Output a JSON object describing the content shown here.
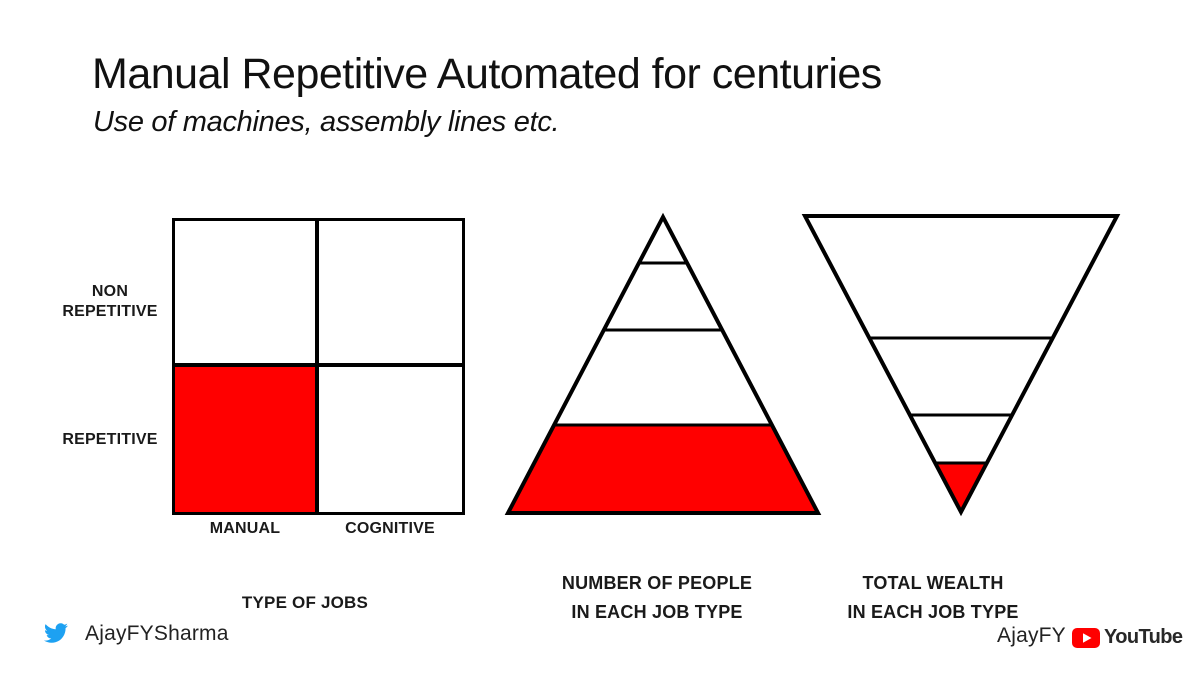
{
  "slide": {
    "title": "Manual Repetitive Automated for centuries",
    "subtitle": "Use of machines, assembly lines etc."
  },
  "colors": {
    "highlight_red": "#FF0000",
    "outline_black": "#000000",
    "twitter_blue": "#1DA1F2",
    "youtube_red": "#FF0000"
  },
  "matrix": {
    "row_labels": [
      "NON REPETITIVE",
      "REPETITIVE"
    ],
    "column_labels": [
      "MANUAL",
      "COGNITIVE"
    ],
    "caption": "TYPE OF JOBS",
    "highlighted_quadrant": "repetitive-manual"
  },
  "pyramid": {
    "caption_lines": [
      "NUMBER OF PEOPLE",
      "IN EACH JOB TYPE"
    ],
    "sections": 4,
    "highlighted_section": "bottom"
  },
  "inverted_pyramid": {
    "caption_lines": [
      "TOTAL WEALTH",
      "IN EACH JOB TYPE"
    ],
    "sections": 4,
    "highlighted_section": "bottom-tip"
  },
  "footer": {
    "twitter_handle": "AjayFYSharma",
    "youtube_handle": "AjayFY",
    "youtube_wordmark": "YouTube"
  }
}
